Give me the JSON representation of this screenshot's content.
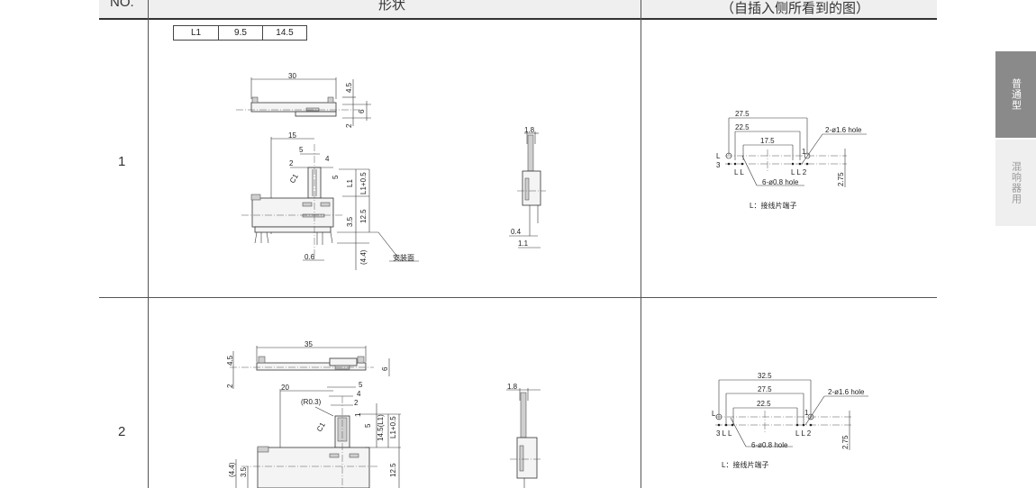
{
  "header": {
    "no": "NO.",
    "shape": "形状",
    "view": "（自插入侧所看到的图）"
  },
  "side_tabs": [
    {
      "label": "普通型",
      "active": true
    },
    {
      "label": "混响器用",
      "active": false
    }
  ],
  "l1_table": [
    "L1",
    "9.5",
    "14.5"
  ],
  "rows": [
    {
      "no": "1",
      "top": {
        "w": "30",
        "h1": "4.5",
        "h2": "6",
        "h3": "2"
      },
      "front": {
        "d15": "15",
        "d5": "5",
        "d4": "4",
        "d2": "2",
        "d5v": "5",
        "l1": "L1",
        "l1p": "L1+0.5",
        "c1": "C1",
        "d35": "3.5",
        "d125": "12.5",
        "d44": "(4.4)",
        "d06": "0.6",
        "mount": "安装面"
      },
      "side": {
        "w": "1.8",
        "a": "0.4",
        "b": "1.1"
      },
      "pcb": {
        "d1": "27.5",
        "d2": "22.5",
        "d3": "17.5",
        "hole_big": "2-ø1.6 hole",
        "p1": "1",
        "pl": "L",
        "p3": "3",
        "ll_left": "L L",
        "ll_right": "L L 2",
        "hole_small": "6-ø0.8 hole",
        "pitch": "2.75",
        "note": "L：接线片端子"
      }
    },
    {
      "no": "2",
      "top": {
        "w": "35",
        "h1": "4.5",
        "h2": "6",
        "h3": "2"
      },
      "front": {
        "d20": "20",
        "d5": "5",
        "d4": "4",
        "d2": "2",
        "r": "(R0.3)",
        "d1": "1",
        "d5v": "5",
        "l1": "14.5(L1)",
        "l1p": "L1+0.5",
        "c1": "C1",
        "d44": "(4.4)",
        "d35": "3.5",
        "d125": "12.5"
      },
      "side": {
        "w": "1.8"
      },
      "pcb": {
        "d1": "32.5",
        "d2": "27.5",
        "d3": "22.5",
        "hole_big": "2-ø1.6 hole",
        "p1": "1",
        "pl": "L",
        "ll_left": "3 L L",
        "ll_right": "L L 2",
        "hole_small": "6-ø0.8 hole",
        "pitch": "2.75",
        "note": "L：接线片端子"
      }
    }
  ]
}
